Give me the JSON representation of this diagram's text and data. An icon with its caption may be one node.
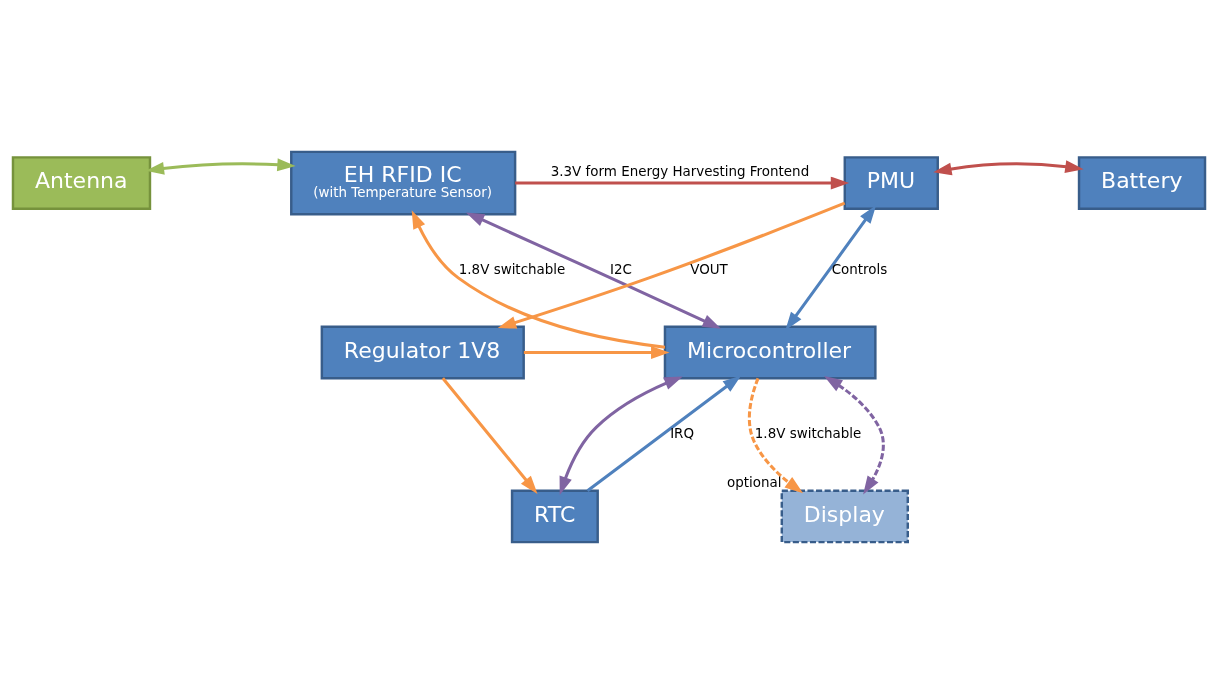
{
  "diagram": {
    "nodes": [
      {
        "text": [
          "Antenna"
        ]
      },
      {
        "text": [
          "EH RFID IC",
          "(with Temperature Sensor)"
        ]
      },
      {
        "text": [
          "PMU"
        ]
      },
      {
        "text": [
          "Battery"
        ]
      },
      {
        "text": [
          "Regulator 1V8"
        ]
      },
      {
        "text": [
          "Microcontroller"
        ]
      },
      {
        "text": [
          "RTC"
        ]
      },
      {
        "text": [
          "Display"
        ],
        "beside": [
          "optional"
        ]
      }
    ],
    "edges": [
      {
        "from": 0,
        "to": 1,
        "arrow": "both",
        "color": "#9bbb59"
      },
      {
        "from": 1,
        "to": 2,
        "arrow": "to",
        "label": "3.3V form Energy Harvesting Frontend",
        "color": "#c0504d"
      },
      {
        "from": 2,
        "to": 3,
        "arrow": "both",
        "color": "#c0504d"
      },
      {
        "from": 5,
        "to": 1,
        "arrow": "to",
        "label": "1.8V switchable"
      },
      {
        "from": 5,
        "to": 2,
        "arrow": "both",
        "label": "Controls",
        "color": "#4f81bd"
      },
      {
        "from": 2,
        "to": 4,
        "arrow": "to",
        "label": "VOUT"
      },
      {
        "from": 4,
        "to": 5,
        "arrow": "to"
      },
      {
        "from": 1,
        "to": 5,
        "arrow": "both",
        "label": "I2C",
        "color": "#8064a2"
      },
      {
        "from": 5,
        "to": 6,
        "arrow": "both",
        "color": "#8064a2"
      },
      {
        "from": 5,
        "to": 7,
        "arrow": "both",
        "style": "dashed",
        "color": "#8064a2"
      },
      {
        "from": 5,
        "to": 7,
        "arrow": "to",
        "label": "1.8V switchable",
        "style": "dashed"
      },
      {
        "from": 4,
        "to": 6,
        "arrow": "to"
      },
      {
        "from": 6,
        "to": 5,
        "arrow": "to",
        "label": "IRQ",
        "color": "#4f81bd"
      }
    ]
  }
}
